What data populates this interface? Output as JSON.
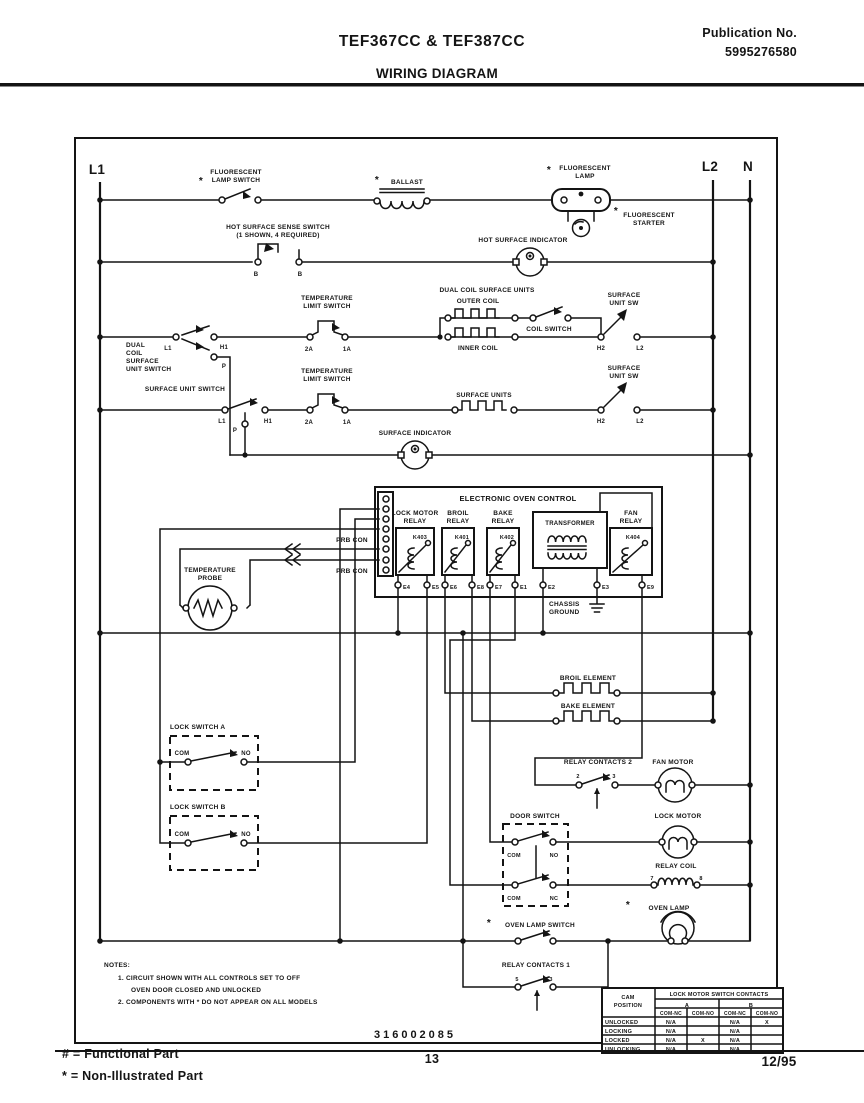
{
  "header": {
    "model": "TEF367CC & TEF387CC",
    "publication_label": "Publication No.",
    "publication_number": "5995276580",
    "doc_title": "WIRING DIAGRAM"
  },
  "buses": {
    "l1": "L1",
    "l2": "L2",
    "n": "N"
  },
  "sym": {
    "star": "*"
  },
  "labels": {
    "fluorescent_lamp_switch": [
      "FLUORESCENT",
      "LAMP SWITCH"
    ],
    "ballast": "BALLAST",
    "fluorescent_lamp": [
      "FLUORESCENT",
      "LAMP"
    ],
    "fluorescent_starter": [
      "FLUORESCENT",
      "STARTER"
    ],
    "hot_surface_sense_switch": [
      "HOT SURFACE SENSE SWITCH",
      "(1 SHOWN, 4 REQUIRED)"
    ],
    "hot_surface_indicator": "HOT SURFACE INDICATOR",
    "dual_coil_surface_unit_switch": [
      "DUAL",
      "COIL",
      "SURFACE",
      "UNIT SWITCH"
    ],
    "temperature_limit_switch": [
      "TEMPERATURE",
      "LIMIT SWITCH"
    ],
    "dual_coil_surface_units": "DUAL COIL SURFACE UNITS",
    "outer_coil": "OUTER COIL",
    "inner_coil": "INNER COIL",
    "coil_switch": "COIL SWITCH",
    "surface_unit_sw": [
      "SURFACE",
      "UNIT SW"
    ],
    "surface_unit_switch": "SURFACE UNIT SWITCH",
    "surface_units": "SURFACE UNITS",
    "surface_indicator": "SURFACE INDICATOR",
    "eoc_title": "ELECTRONIC OVEN CONTROL",
    "lock_motor_relay": [
      "LOCK MOTOR",
      "RELAY"
    ],
    "broil_relay": [
      "BROIL",
      "RELAY"
    ],
    "bake_relay": [
      "BAKE",
      "RELAY"
    ],
    "fan_relay": [
      "FAN",
      "RELAY"
    ],
    "transformer": "TRANSFORMER",
    "chassis_ground": [
      "CHASSIS",
      "GROUND"
    ],
    "temperature_probe": [
      "TEMPERATURE",
      "PROBE"
    ],
    "prb_con": "PRB CON",
    "lock_switch_a": "LOCK SWITCH A",
    "lock_switch_b": "LOCK SWITCH B",
    "broil_element": "BROIL ELEMENT",
    "bake_element": "BAKE ELEMENT",
    "relay_contacts_2": "RELAY CONTACTS 2",
    "fan_motor": "FAN MOTOR",
    "door_switch": "DOOR SWITCH",
    "lock_motor": "LOCK MOTOR",
    "relay_coil": "RELAY COIL",
    "oven_lamp": "OVEN LAMP",
    "oven_lamp_switch": "OVEN LAMP SWITCH",
    "relay_contacts_1": "RELAY CONTACTS 1"
  },
  "relay_ids": {
    "lock": "K403",
    "broil": "K401",
    "bake": "K402",
    "fan": "K404"
  },
  "pins": {
    "b": "B",
    "l1": "L1",
    "h1": "H1",
    "p": "P",
    "a2": "2A",
    "a1": "1A",
    "h2": "H2",
    "l2": "L2",
    "com": "COM",
    "no": "NO",
    "nc": "NC",
    "n2": "2",
    "n3": "3",
    "n5": "5",
    "n7": "7",
    "n8": "8"
  },
  "eoc_terminals": [
    "E4",
    "E5",
    "E6",
    "E8",
    "E7",
    "E1",
    "E2",
    "E3",
    "E9"
  ],
  "notes": {
    "title": "NOTES:",
    "line1": "1. CIRCUIT SHOWN WITH ALL CONTROLS SET TO OFF",
    "line2": "OVEN DOOR CLOSED AND UNLOCKED",
    "line3": "2. COMPONENTS WITH * DO NOT APPEAR ON ALL MODELS"
  },
  "part_number": "316002085",
  "table": {
    "title": "LOCK MOTOR SWITCH CONTACTS",
    "cam": [
      "CAM",
      "POSITION"
    ],
    "group_a": "A",
    "group_b": "B",
    "cols": [
      "COM-NC",
      "COM-NO",
      "COM-NC",
      "COM-NO"
    ],
    "rows": [
      {
        "name": "UNLOCKED",
        "cells": [
          "N/A",
          "",
          "N/A",
          "X"
        ]
      },
      {
        "name": "LOCKING",
        "cells": [
          "N/A",
          "",
          "N/A",
          ""
        ]
      },
      {
        "name": "LOCKED",
        "cells": [
          "N/A",
          "X",
          "N/A",
          ""
        ]
      },
      {
        "name": "UNLOCKING",
        "cells": [
          "N/A",
          "",
          "N/A",
          ""
        ]
      }
    ]
  },
  "footer": {
    "functional": "# = Functional Part",
    "non_illustrated": "* = Non-Illustrated Part",
    "page": "13",
    "date": "12/95"
  }
}
